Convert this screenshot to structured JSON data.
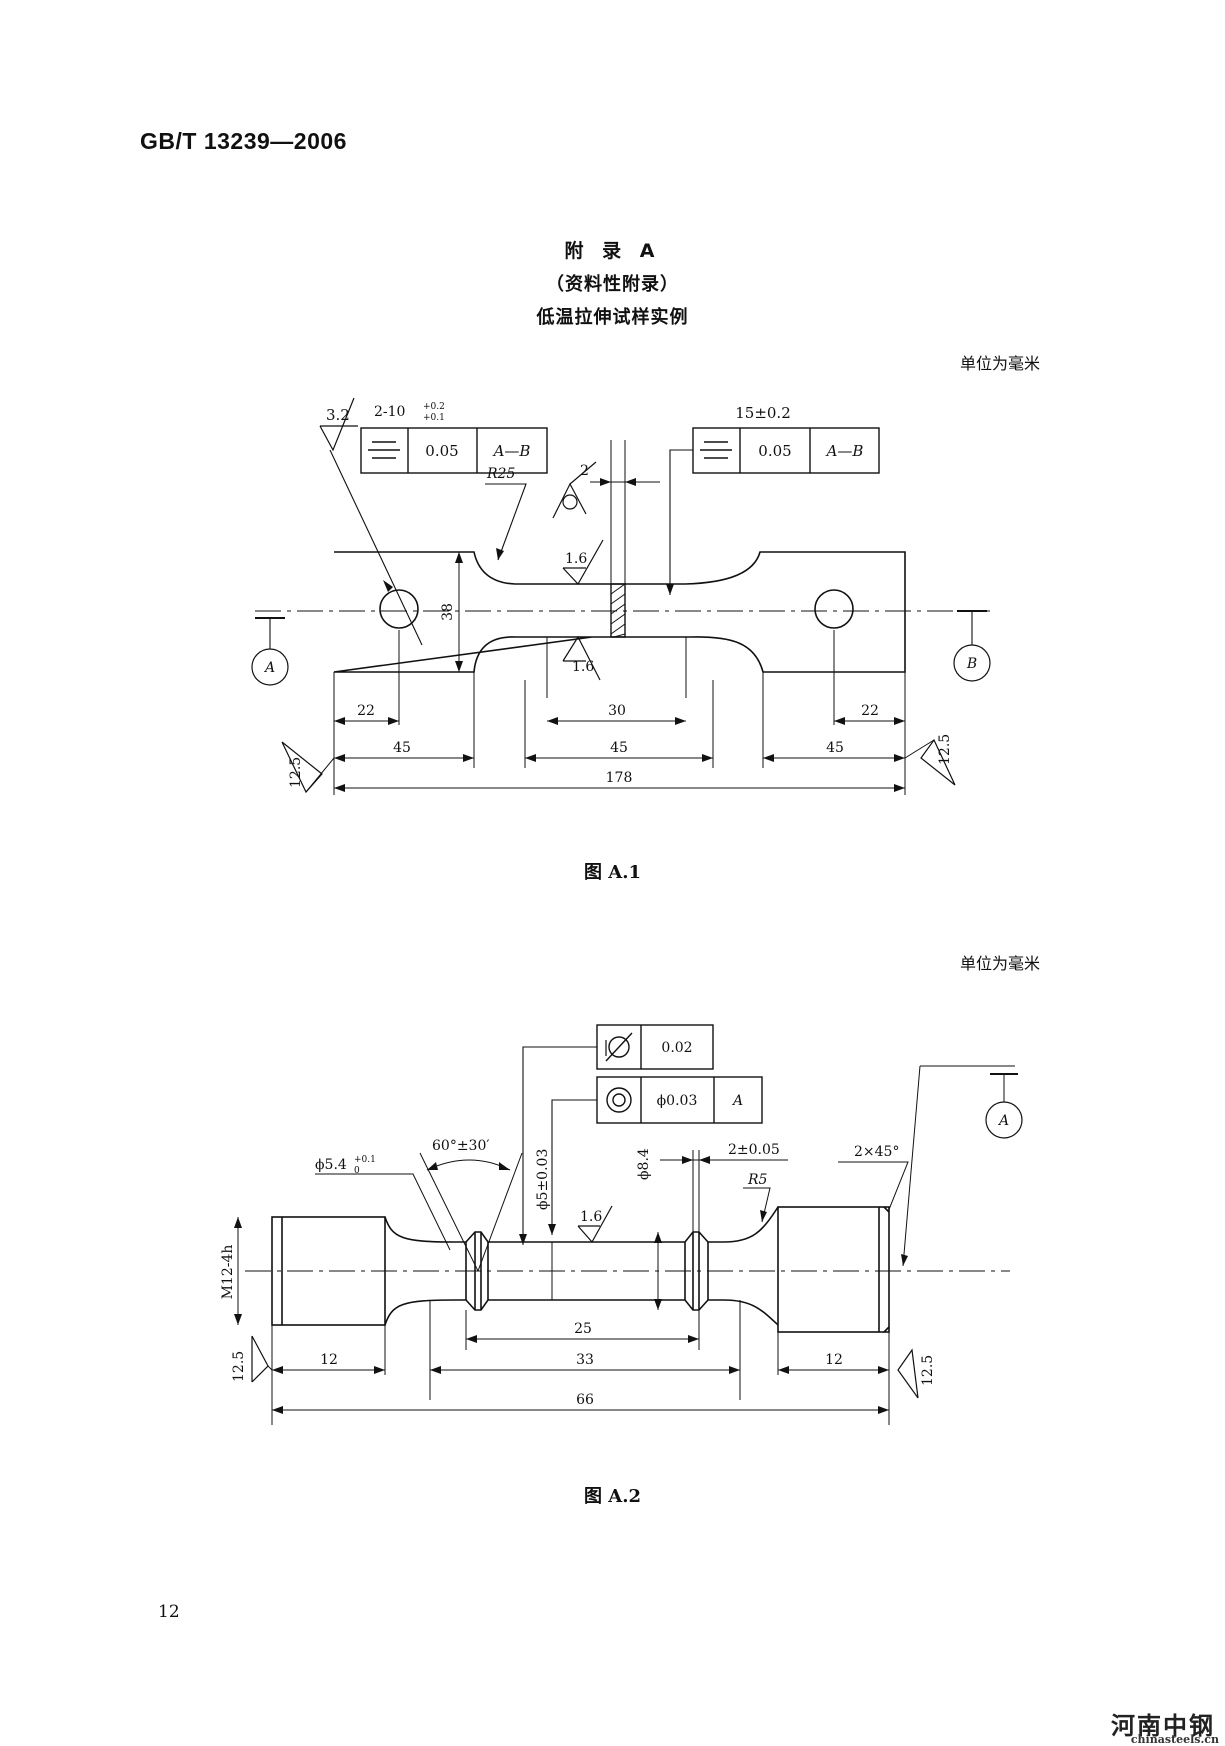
{
  "header": {
    "standard_number": "GB/T 13239—2006"
  },
  "annex": {
    "title": "附 录 A",
    "subtitle": "（资料性附录）",
    "heading": "低温拉伸试样实例"
  },
  "figure_a1": {
    "unit_note": "单位为毫米",
    "caption": "图 A.1",
    "roughness": [
      "3.2",
      "1.6",
      "1.6",
      "12.5",
      "12.5"
    ],
    "hole_spec": "2-10",
    "hole_tol_upper": "+0.2",
    "hole_tol_lower": "+0.1",
    "width_spec": "15±0.2",
    "tolerance_frame_1": {
      "value": "0.05",
      "datum": "A—B"
    },
    "tolerance_frame_2": {
      "value": "0.05",
      "datum": "A—B"
    },
    "radius": "R25",
    "dims": {
      "d2": "2",
      "d38": "38",
      "d22a": "22",
      "d45a": "45",
      "d30": "30",
      "d45b": "45",
      "d22b": "22",
      "d45c": "45",
      "d178": "178"
    },
    "datums": [
      "A",
      "B"
    ]
  },
  "figure_a2": {
    "unit_note": "单位为毫米",
    "caption": "图 A.2",
    "runout_frame": {
      "value": "0.02"
    },
    "concentricity_frame": {
      "value": "ϕ0.03",
      "datum": "A"
    },
    "labels": {
      "bore": "ϕ5.4",
      "bore_tol_upper": "+0.1",
      "bore_tol_lower": "0",
      "angle": "60°±30′",
      "gauge_dia": "ϕ5±0.03",
      "roughness": "1.6",
      "dia84": "ϕ8.4",
      "groove": "2±0.05",
      "radius": "R5",
      "chamfer": "2×45°",
      "thread": "M12-4h",
      "ra_left": "12.5",
      "ra_right": "12.5"
    },
    "dims": {
      "d12a": "12",
      "d25": "25",
      "d33": "33",
      "d12b": "12",
      "d66": "66"
    },
    "datum": "A"
  },
  "footer": {
    "page_number": "12",
    "watermark_cn": "河南中钢",
    "watermark_url": "chinasteels.cn"
  }
}
